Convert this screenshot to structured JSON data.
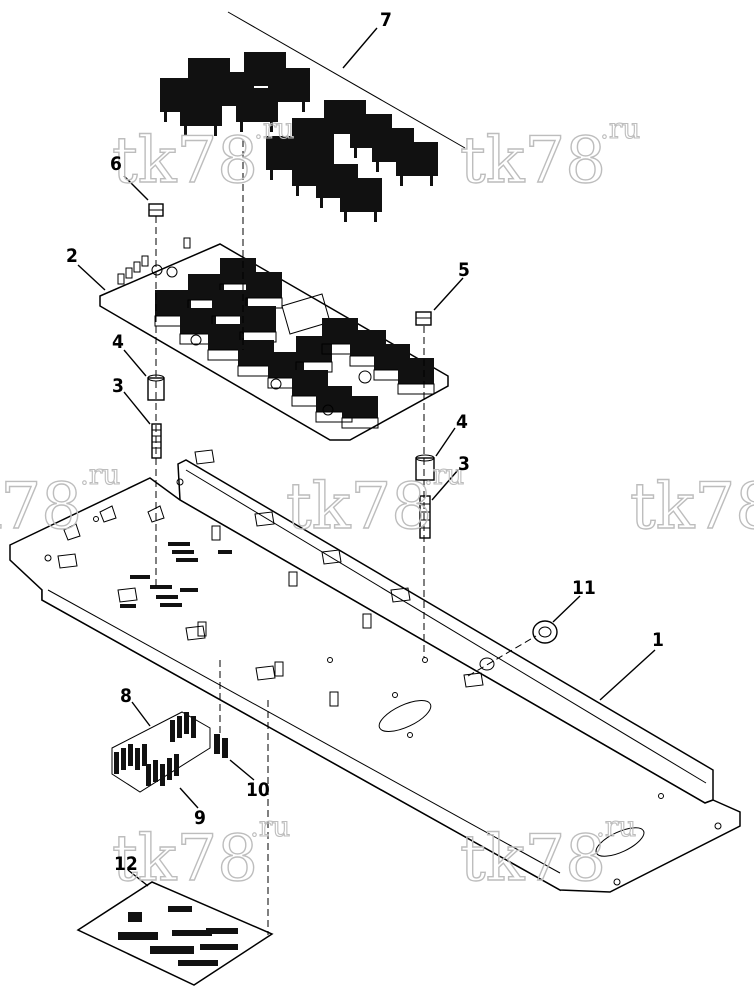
{
  "watermark": {
    "main": "tk78",
    "sup": ".ru"
  },
  "callouts": [
    {
      "id": "1",
      "label": "1"
    },
    {
      "id": "2",
      "label": "2"
    },
    {
      "id": "3a",
      "label": "3"
    },
    {
      "id": "3b",
      "label": "3"
    },
    {
      "id": "4a",
      "label": "4"
    },
    {
      "id": "4b",
      "label": "4"
    },
    {
      "id": "5",
      "label": "5"
    },
    {
      "id": "6",
      "label": "6"
    },
    {
      "id": "7",
      "label": "7"
    },
    {
      "id": "8",
      "label": "8"
    },
    {
      "id": "9",
      "label": "9"
    },
    {
      "id": "10",
      "label": "10"
    },
    {
      "id": "11",
      "label": "11"
    },
    {
      "id": "12",
      "label": "12"
    }
  ],
  "parts": {
    "1": "base-plate",
    "2": "circuit-board",
    "3": "screw",
    "4": "spacer",
    "5": "nut",
    "6": "nut",
    "7": "relay-set",
    "8": "fuse-set",
    "9": "fuse",
    "10": "fuse",
    "11": "grommet",
    "12": "decal-label"
  }
}
